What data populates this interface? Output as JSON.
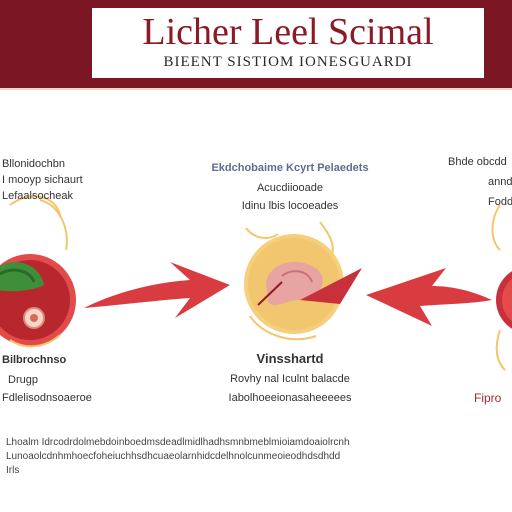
{
  "header": {
    "title": "Licher Leel Scimal",
    "subtitle": "BIEENT SISTIOM IONESGUARDI"
  },
  "left_panel": {
    "label_lines": [
      "Bllonidochbn",
      "I mooyp sichaurt",
      "Lefaalsocheak"
    ],
    "caption_lines": [
      "Bilbrochnso",
      "Drugp",
      "Fdlelisodnsoaeroe"
    ]
  },
  "center_panel": {
    "label_lines": [
      "Ekdchobaime Kcyrt Pelaedets",
      "Acucdiiooade",
      "Idinu lbis locoeades"
    ],
    "caption_lines": [
      "Vinsshartd",
      "Rovhy nal Iculnt balacde",
      "Iabolhoeeionasaheeeees"
    ]
  },
  "right_panel": {
    "label_lines": [
      "Bhde obcdd",
      "anndi",
      "Foddrs"
    ],
    "caption_lines": [
      "Fipro"
    ]
  },
  "footer": {
    "lines": [
      "Lhoalm Idrcodrdolmebdoinboedmsdeadlmidlhadhsmnbmeblmioiamdoaiolrcnh",
      "Lunoaolcdnhmhoecfoheiuchhsdhcuaeolarnhidcdelhnolcunmeoieodhdsdhdd",
      "Irls"
    ]
  },
  "icons": [
    "stomach-left-icon",
    "arrow-right-icon",
    "organ-center-icon",
    "arrow-left-icon",
    "organ-right-icon"
  ],
  "colors": {
    "banner": "#7b1724",
    "accent_red": "#c8313b",
    "organ_yellow": "#f2c66e",
    "green": "#3f8f3a"
  }
}
